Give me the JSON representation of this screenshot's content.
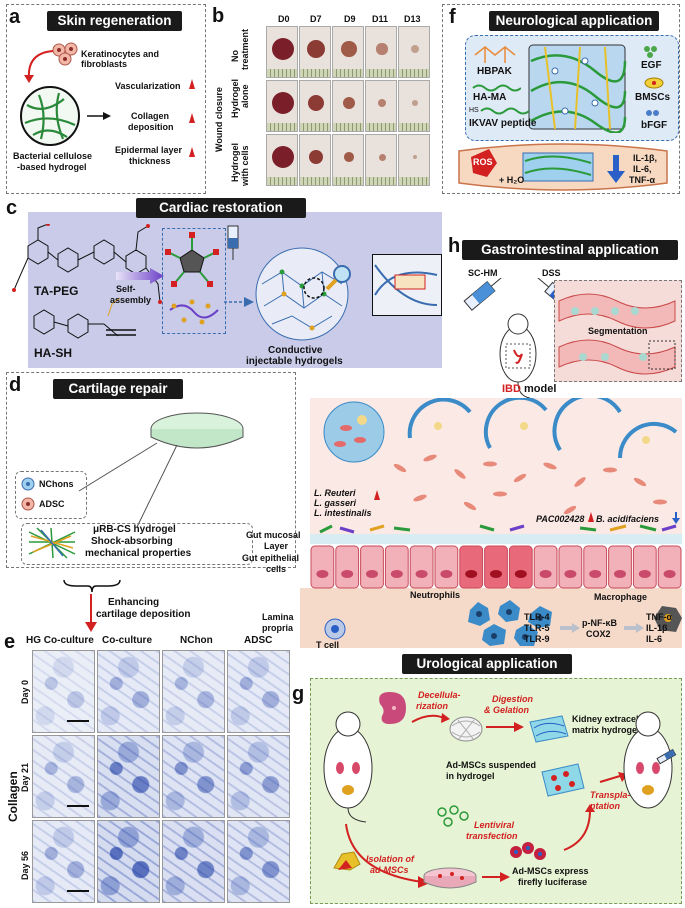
{
  "panel_a": {
    "letter": "a",
    "title": "Skin regeneration",
    "cells_label": "Keratinocytes and fibroblasts",
    "hydrogel_label_1": "Bacterial cellulose",
    "hydrogel_label_2": "-based hydrogel",
    "outcomes": [
      "Vascularization",
      "Collagen",
      "deposition",
      "Epidermal layer",
      "thickness"
    ]
  },
  "panel_b": {
    "letter": "b",
    "days": [
      "D0",
      "D7",
      "D9",
      "D11",
      "D13"
    ],
    "group_axis": "Wound closure",
    "rows": [
      {
        "line1": "No",
        "line2": "treatment"
      },
      {
        "line1": "Hydrogel",
        "line2": "alone"
      },
      {
        "line1": "Hydrogel",
        "line2": "with cells"
      }
    ]
  },
  "panel_c": {
    "letter": "c",
    "title": "Cardiac restoration",
    "ta_peg": "TA-PEG",
    "ha_sh": "HA-SH",
    "self_assembly_1": "Self-",
    "self_assembly_2": "assembly",
    "result_1": "Conductive",
    "result_2": "injectable hydrogels"
  },
  "panel_d": {
    "letter": "d",
    "title": "Cartilage repair",
    "legend": [
      "NChons",
      "ADSC"
    ],
    "hydrogel_1": "μRB-CS hydrogel",
    "hydrogel_2": "Shock-absorbing",
    "hydrogel_3": "mechanical properties",
    "outcome_1": "Enhancing",
    "outcome_2": "cartilage deposition"
  },
  "panel_e": {
    "letter": "e",
    "columns": [
      "HG Co-culture",
      "Co-culture",
      "NChon",
      "ADSC"
    ],
    "group_axis": "Collagen",
    "rows": [
      "Day 0",
      "Day 21",
      "Day 56"
    ]
  },
  "panel_f": {
    "letter": "f",
    "title": "Neurological application",
    "components": [
      "HBPAK",
      "HA-MA",
      "IKVAV peptide"
    ],
    "hs": "HS",
    "factors": [
      "EGF",
      "BMSCs",
      "bFGF"
    ],
    "ros": "ROS",
    "water": "+ H₂O",
    "cytokines": [
      "IL-1β,",
      "IL-6,",
      "TNF-α"
    ]
  },
  "panel_h": {
    "letter": "h",
    "title": "Gastrointestinal application",
    "sc_hm": "SC-HM",
    "dss": "DSS",
    "segmentation": "Segmentation",
    "ibd": "IBD",
    "model": " model",
    "bacteria_1": "L. Reuteri",
    "bacteria_2": "L. gasseri",
    "bacteria_3": "L. intestinalis",
    "pac": "PAC002428",
    "b_acid": "B. acidifaciens",
    "mucosal_1": "Gut mucosal",
    "mucosal_2": "Layer",
    "epithelial_1": "Gut epithelial",
    "epithelial_2": "cells",
    "lamina_1": "Lamina",
    "lamina_2": "propria",
    "neutrophils": "Neutrophils",
    "macrophage": "Macrophage",
    "tcell": "T cell",
    "tlr": [
      "TLR-4",
      "TLR-5",
      "TLR-9"
    ],
    "nfkb": [
      "p-NF-κB",
      "COX2"
    ],
    "cyto": [
      "TNF-α",
      "IL-1β",
      "IL-6"
    ]
  },
  "panel_g": {
    "letter": "g",
    "title": "Urological application",
    "step1_1": "Decellula-",
    "step1_2": "rization",
    "step2_1": "Digestion",
    "step2_2": "& Gelation",
    "kidney_1": "Kidney extracellular",
    "kidney_2": "matrix hydrogel",
    "susp_1": "Ad-MSCs suspended",
    "susp_2": "in hydrogel",
    "transpl_1": "Transpla-",
    "transpl_2": "ntation",
    "lenti_1": "Lentiviral",
    "lenti_2": "transfection",
    "iso_1": "Isolation of",
    "iso_2": "ad-MSCs",
    "expr_1": "Ad-MSCs express",
    "expr_2": "firefly luciferase"
  },
  "colors": {
    "accent_red": "#d32020",
    "cardiac_bg": "#c9cbe9",
    "neuro_bg": "#dfeaf7",
    "uro_bg": "#e6f3d4",
    "gut_bg": "#fbe9e5",
    "banner_bg": "#1a1a1a"
  }
}
